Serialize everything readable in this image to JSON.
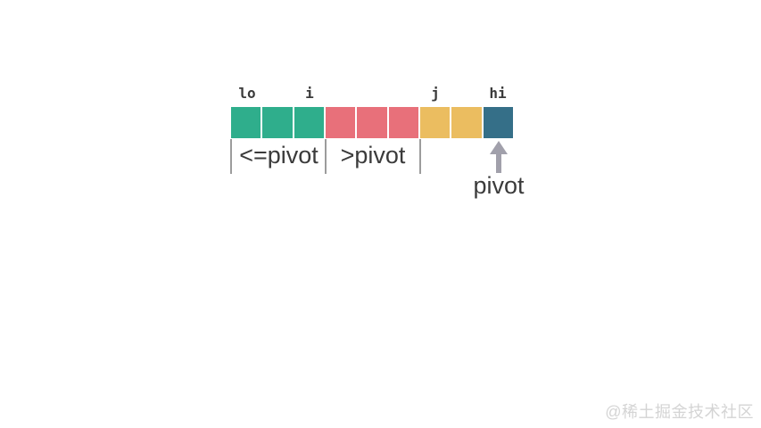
{
  "diagram": {
    "title_semantics": "quicksort-partition-state",
    "colors": {
      "le-pivot": "#2fae8c",
      "gt-pivot": "#e8707a",
      "unpartitioned": "#ebbd60",
      "pivot-cell": "#356f88",
      "tick": "#9c9c9c",
      "arrow": "#a1a0ab",
      "label-text": "#3b3b3b",
      "watermark": "#d4d4d4"
    },
    "cells": [
      {
        "group": "le-pivot",
        "color": "#2fae8c"
      },
      {
        "group": "le-pivot",
        "color": "#2fae8c"
      },
      {
        "group": "le-pivot",
        "color": "#2fae8c"
      },
      {
        "group": "gt-pivot",
        "color": "#e8707a"
      },
      {
        "group": "gt-pivot",
        "color": "#e8707a"
      },
      {
        "group": "gt-pivot",
        "color": "#e8707a"
      },
      {
        "group": "unpartitioned",
        "color": "#ebbd60"
      },
      {
        "group": "unpartitioned",
        "color": "#ebbd60"
      },
      {
        "group": "pivot-cell",
        "color": "#356f88"
      }
    ],
    "index_labels": {
      "lo": "lo",
      "i": "i",
      "j": "j",
      "hi": "hi"
    },
    "region_labels": {
      "less_equal": "<=pivot",
      "greater": ">pivot"
    },
    "pivot_label": "pivot"
  },
  "watermark": "@稀土掘金技术社区"
}
